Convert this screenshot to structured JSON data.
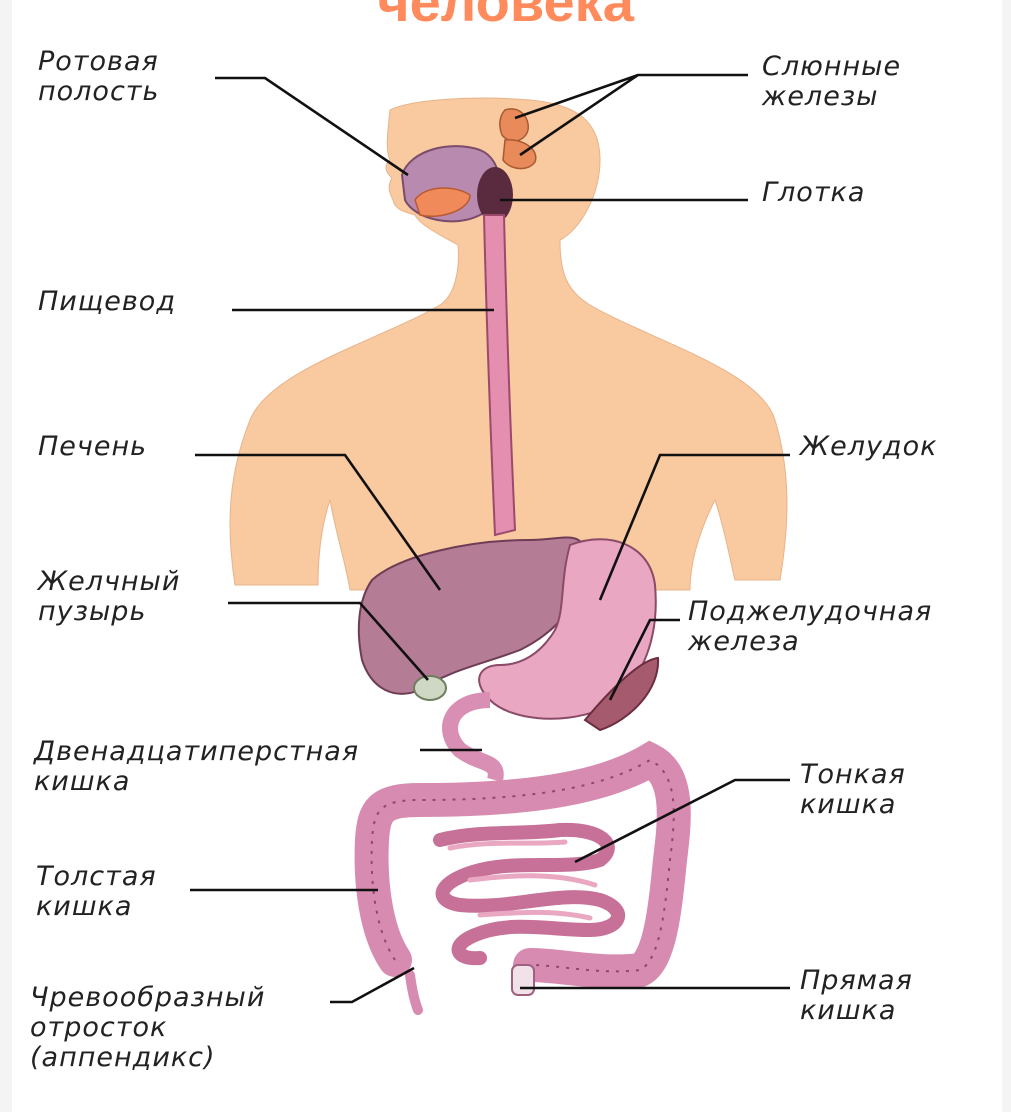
{
  "title": "человека",
  "colors": {
    "title": "#ff8a5b",
    "skin": "#f9c9a0",
    "organ": "#d98fb3",
    "organ_dark": "#8c4a68",
    "liver": "#b97a97",
    "gland": "#e88a5a"
  },
  "labels": {
    "mouth": [
      "Ротовая",
      "полость"
    ],
    "salivary": [
      "Слюнные",
      "железы"
    ],
    "pharynx": [
      "Глотка"
    ],
    "esophagus": [
      "Пищевод"
    ],
    "liver": [
      "Печень"
    ],
    "stomach": [
      "Желудок"
    ],
    "gallbladder": [
      "Желчный",
      "пузырь"
    ],
    "pancreas": [
      "Поджелудочная",
      "железа"
    ],
    "duodenum": [
      "Двенадцатиперстная",
      "кишка"
    ],
    "small_intestine": [
      "Тонкая",
      "кишка"
    ],
    "large_intestine": [
      "Толстая",
      "кишка"
    ],
    "appendix": [
      "Чревообразный",
      "отросток",
      "(аппендикс)"
    ],
    "rectum": [
      "Прямая",
      "кишка"
    ]
  }
}
